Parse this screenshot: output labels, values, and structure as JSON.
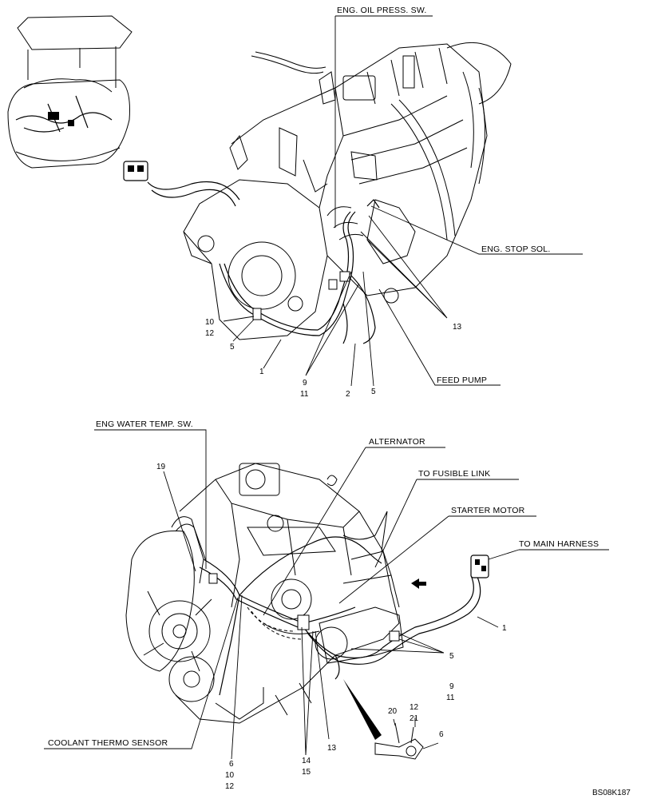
{
  "labels": {
    "eng_oil_press_sw": "ENG. OIL PRESS. SW.",
    "eng_stop_sol": "ENG. STOP SOL.",
    "feed_pump": "FEED PUMP",
    "eng_water_temp_sw": "ENG WATER TEMP. SW.",
    "alternator": "ALTERNATOR",
    "to_fusible_link": "TO FUSIBLE LINK",
    "starter_motor": "STARTER MOTOR",
    "to_main_harness": "TO MAIN HARNESS",
    "coolant_thermo_sensor": "COOLANT THERMO SENSOR"
  },
  "callouts_top": {
    "c10": "10",
    "c12": "12",
    "c5a": "5",
    "c1": "1",
    "c9": "9",
    "c11": "11",
    "c2": "2",
    "c5b": "5",
    "c13": "13"
  },
  "callouts_bottom": {
    "c19": "19",
    "c1": "1",
    "c5": "5",
    "c9": "9",
    "c11": "11",
    "c20": "20",
    "c12a": "12",
    "c21": "21",
    "c6a": "6",
    "c13": "13",
    "c14": "14",
    "c15": "15",
    "c6b": "6",
    "c10": "10",
    "c12b": "12"
  },
  "figure_code": "BS08K187"
}
